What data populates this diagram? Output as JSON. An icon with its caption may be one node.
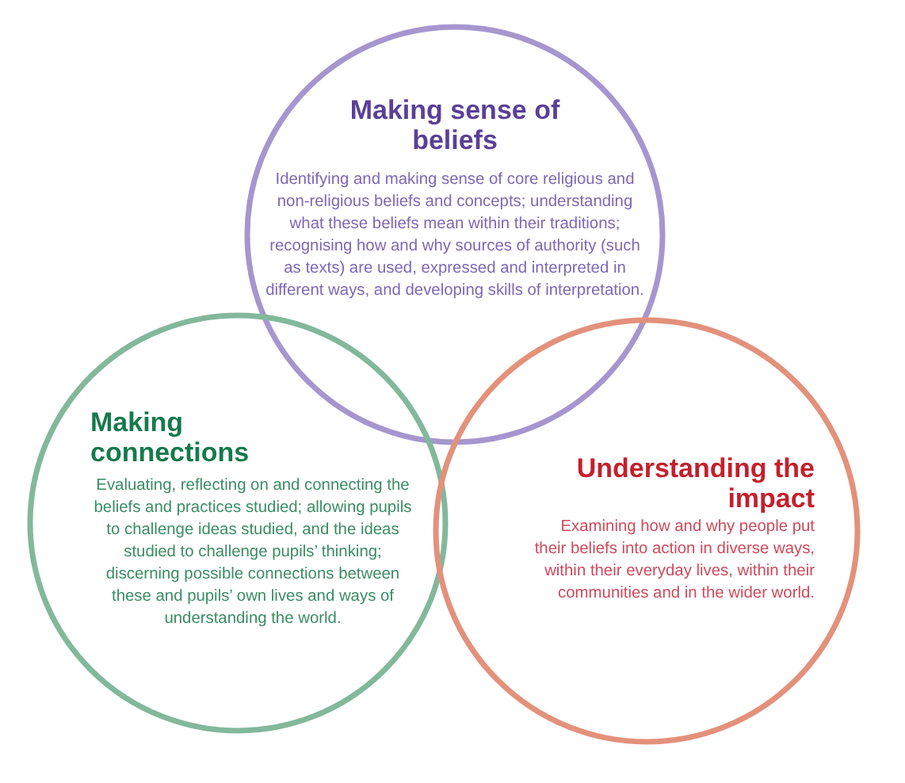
{
  "diagram": {
    "nodes": [
      {
        "text": [
          "Making sense of beliefs",
          "Identifying and making sense of core religious and non-religious beliefs and concepts; understanding what these beliefs mean within their traditions; recognising how and why sources of authority (such as texts) are used, expressed and interpreted in different ways, and developing skills of interpretation."
        ]
      },
      {
        "text": [
          "Making connections",
          "Evaluating, reflecting on and connecting the beliefs and practices studied; allowing pupils to challenge ideas studied, and the ideas studied to challenge pupils’ thinking; discerning possible connections between these and pupils’ own lives and ways of understanding the world."
        ]
      },
      {
        "text": [
          "Understanding the impact",
          "Examining how and why people put their beliefs into action in diverse ways, within their everyday lives, within their communities and in the wider world."
        ]
      }
    ]
  }
}
